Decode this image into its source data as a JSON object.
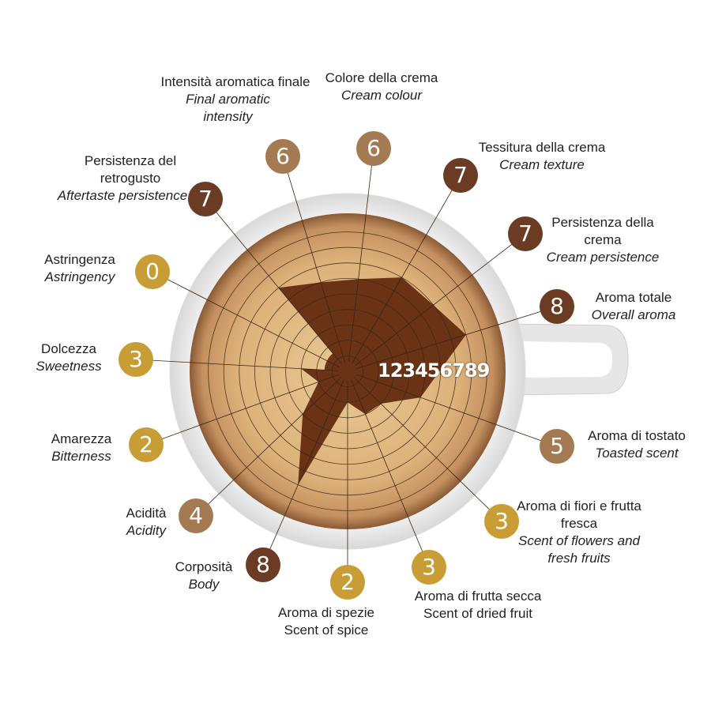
{
  "chart_data": {
    "type": "radar",
    "title": "",
    "scale": [
      0,
      9
    ],
    "tick_labels": "123456789",
    "categories": [
      {
        "it": "Colore della crema",
        "en": "Cream colour",
        "value": 6
      },
      {
        "it": "Tessitura della crema",
        "en": "Cream texture",
        "value": 7
      },
      {
        "it": "Persistenza della crema",
        "en": "Cream persistence",
        "value": 7
      },
      {
        "it": "Aroma totale",
        "en": "Overall aroma",
        "value": 8
      },
      {
        "it": "Aroma di tostato",
        "en": "Toasted scent",
        "value": 5
      },
      {
        "it": "Aroma di fiori e frutta fresca",
        "en": "Scent of flowers and fresh fruits",
        "value": 3
      },
      {
        "it": "Aroma di frutta secca",
        "en": "Scent of dried fruit",
        "value": 3
      },
      {
        "it": "Aroma di spezie",
        "en": "Scent of spice",
        "value": 2
      },
      {
        "it": "Corposità",
        "en": "Body",
        "value": 8
      },
      {
        "it": "Acidità",
        "en": "Acidity",
        "value": 4
      },
      {
        "it": "Amarezza",
        "en": "Bitterness",
        "value": 2
      },
      {
        "it": "Dolcezza",
        "en": "Sweetness",
        "value": 3
      },
      {
        "it": "Astringenza",
        "en": "Astringency",
        "value": 0
      },
      {
        "it": "Persistenza del retrogusto",
        "en": "Aftertaste persistence",
        "value": 7
      },
      {
        "it": "Intensità aromatica finale",
        "en": "Final aromatic intensity",
        "value": 6
      }
    ],
    "colors": {
      "fill": "#6a3316",
      "high": "#6b3b23",
      "mid": "#a47a52",
      "low": "#c99d36"
    }
  }
}
